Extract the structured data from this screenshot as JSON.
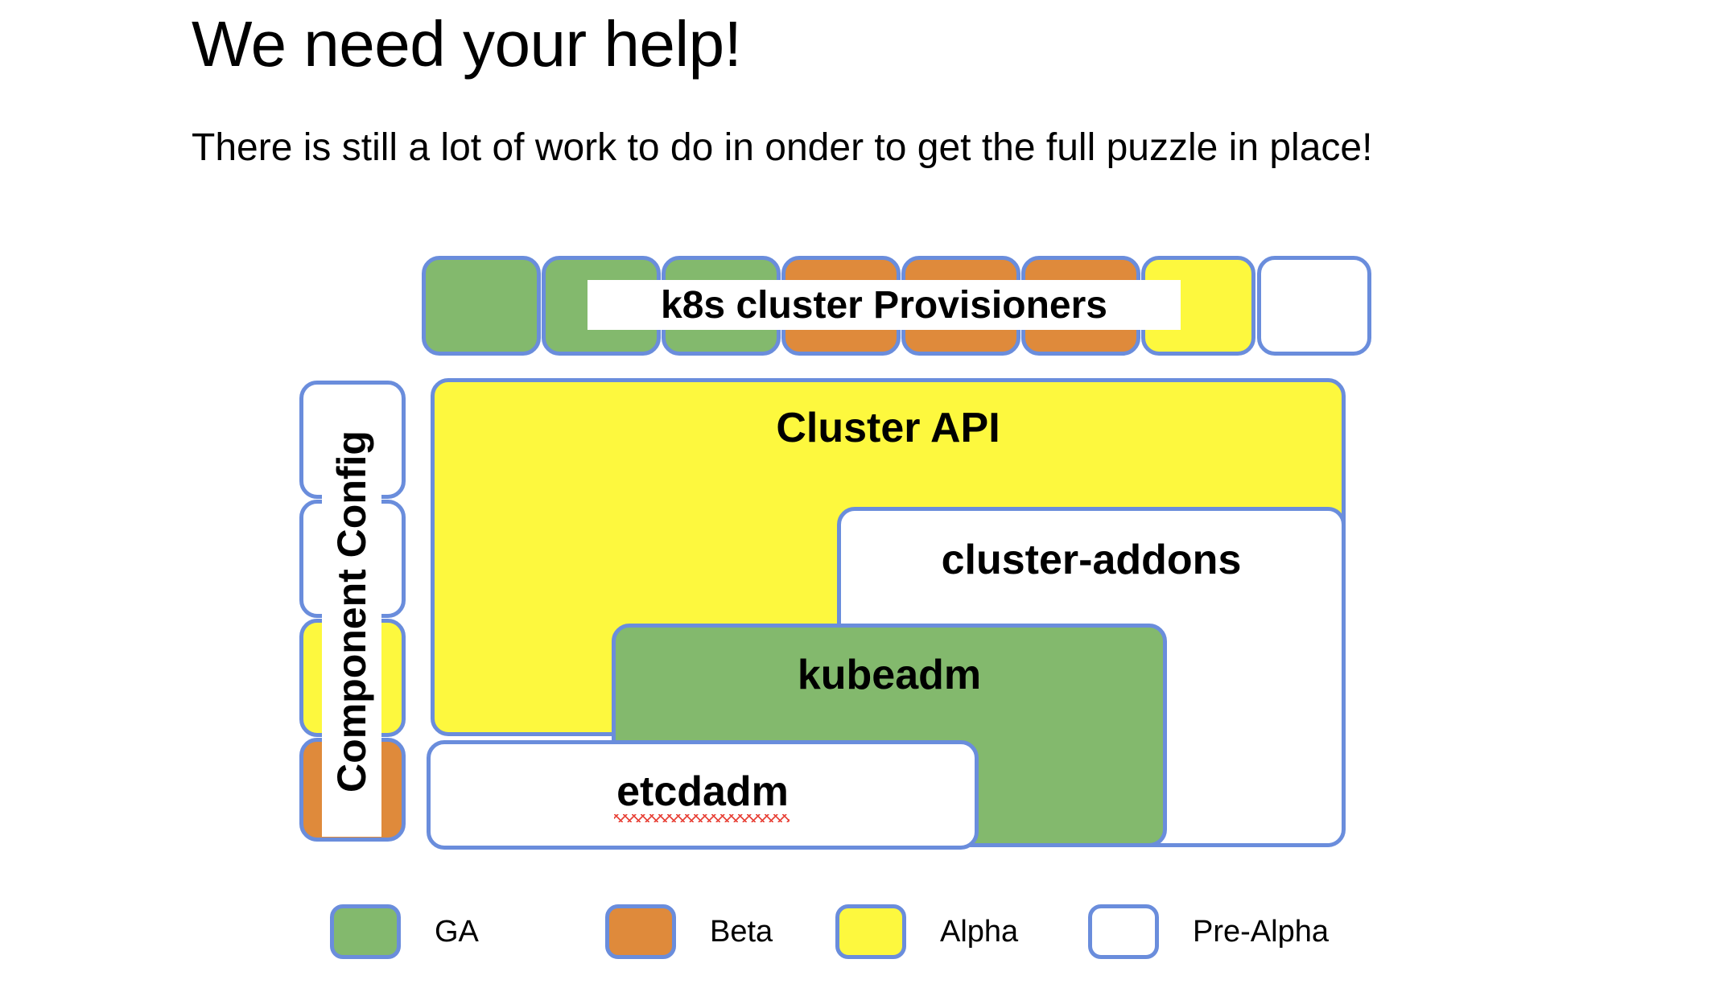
{
  "slide": {
    "title": "We need your help!",
    "subtitle": "There is still a lot of work to do in onder to get the full puzzle in place!"
  },
  "colors": {
    "ga": "#83b96d",
    "beta": "#df8a3b",
    "alpha": "#fdf83e",
    "pre_alpha": "#ffffff",
    "border": "#6a8ddc",
    "background": "#ffffff",
    "text": "#000000",
    "spellcheck": "#e8443a"
  },
  "diagram": {
    "provisioners_row": {
      "label": "k8s cluster Provisioners",
      "boxes": [
        {
          "status": "GA"
        },
        {
          "status": "GA"
        },
        {
          "status": "GA"
        },
        {
          "status": "Beta"
        },
        {
          "status": "Beta"
        },
        {
          "status": "Beta"
        },
        {
          "status": "Alpha"
        },
        {
          "status": "Pre-Alpha"
        }
      ]
    },
    "component_config_column": {
      "label": "Component Config",
      "boxes": [
        {
          "status": "Pre-Alpha"
        },
        {
          "status": "Pre-Alpha"
        },
        {
          "status": "Alpha"
        },
        {
          "status": "Beta"
        }
      ]
    },
    "nodes": [
      {
        "id": "cluster-api",
        "label": "Cluster API",
        "status": "Alpha"
      },
      {
        "id": "cluster-addons",
        "label": "cluster-addons",
        "status": "Pre-Alpha"
      },
      {
        "id": "kubeadm",
        "label": "kubeadm",
        "status": "GA"
      },
      {
        "id": "etcdadm",
        "label": "etcdadm",
        "status": "Pre-Alpha",
        "spellcheck_underline": true
      }
    ]
  },
  "legend": {
    "items": [
      {
        "label": "GA",
        "status": "GA"
      },
      {
        "label": "Beta",
        "status": "Beta"
      },
      {
        "label": "Alpha",
        "status": "Alpha"
      },
      {
        "label": "Pre-Alpha",
        "status": "Pre-Alpha"
      }
    ]
  }
}
